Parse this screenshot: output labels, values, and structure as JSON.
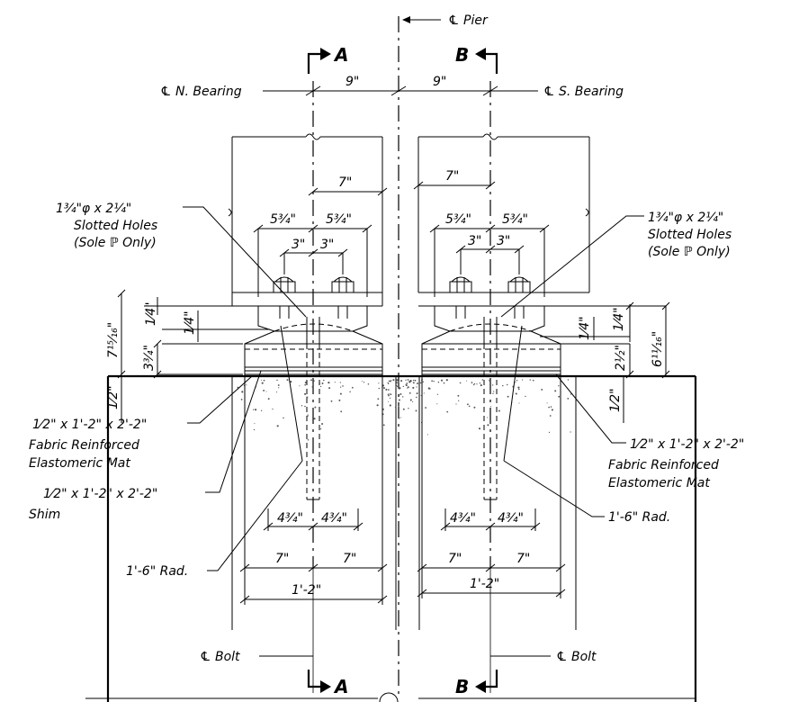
{
  "centerlines": {
    "pier": "℄ Pier",
    "n_bearing": "℄ N. Bearing",
    "s_bearing": "℄ S. Bearing",
    "bolt_left": "℄ Bolt",
    "bolt_right": "℄ Bolt"
  },
  "sections": {
    "a_top": "A",
    "b_top": "B",
    "a_bottom": "A",
    "b_bottom": "B"
  },
  "dimensions": {
    "nine_left": "9\"",
    "nine_right": "9\"",
    "seven_left_top": "7\"",
    "seven_right_top": "7\"",
    "five34_l1": "5³⁄₄\"",
    "five34_l2": "5³⁄₄\"",
    "five34_r1": "5³⁄₄\"",
    "five34_r2": "5³⁄₄\"",
    "three_l1": "3\"",
    "three_l2": "3\"",
    "three_r1": "3\"",
    "three_r2": "3\"",
    "quarter_l1": "1⁄4\"",
    "quarter_l2": "1⁄4\"",
    "seven15_16": "7¹⁵⁄₁₆\"",
    "three34": "3³⁄₄\"",
    "half_l": "1⁄2\"",
    "quarter_r1": "1⁄4\"",
    "quarter_r2": "1⁄4\"",
    "two12": "2¹⁄₂\"",
    "six11_16": "6¹¹⁄₁₆\"",
    "half_r": "1⁄2\"",
    "four34_l1": "4³⁄₄\"",
    "four34_l2": "4³⁄₄\"",
    "four34_r1": "4³⁄₄\"",
    "four34_r2": "4³⁄₄\"",
    "seven_l1": "7\"",
    "seven_l2": "7\"",
    "seven_r1": "7\"",
    "seven_r2": "7\"",
    "onetwo_l": "1'-2\"",
    "onetwo_r": "1'-2\""
  },
  "notes": {
    "holes_left": [
      "1³⁄₄\"φ x 2¹⁄₄\"",
      "Slotted Holes",
      "(Sole ℙ Only)"
    ],
    "holes_right": [
      "1³⁄₄\"φ x 2¹⁄₄\"",
      "Slotted Holes",
      "(Sole ℙ Only)"
    ],
    "mat_left": [
      "1⁄2\" x 1'-2\" x 2'-2\"",
      "Fabric Reinforced",
      "Elastomeric Mat"
    ],
    "mat_right": [
      "1⁄2\" x 1'-2\" x 2'-2\"",
      "Fabric Reinforced",
      "Elastomeric Mat"
    ],
    "shim": [
      "1⁄2\" x 1'-2\" x 2'-2\"",
      "Shim"
    ],
    "rad_left": "1'-6\" Rad.",
    "rad_right": "1'-6\" Rad."
  }
}
